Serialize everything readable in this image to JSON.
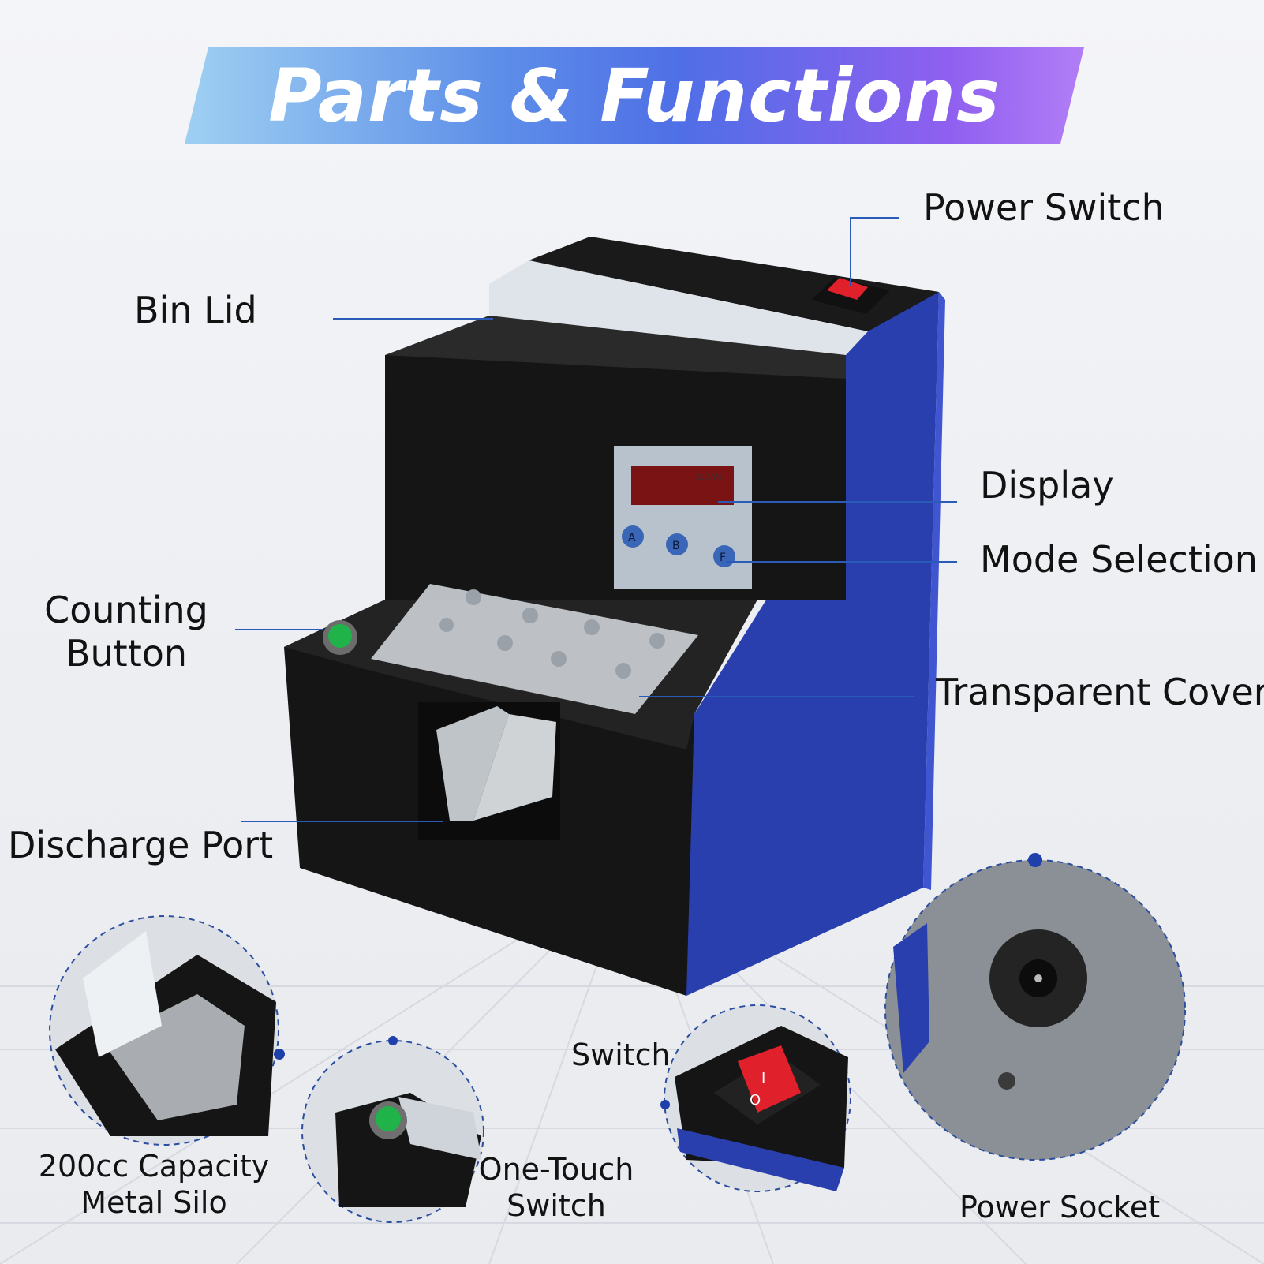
{
  "banner": {
    "title": "Parts & Functions"
  },
  "callouts": {
    "power_switch": "Power Switch",
    "bin_lid": "Bin Lid",
    "display": "Display",
    "mode_selection": "Mode Selection",
    "counting_button": [
      "Counting",
      "Button"
    ],
    "transparent_cover": "Transparent Cover",
    "discharge_port": "Discharge Port"
  },
  "device": {
    "model_label": "KLD-V5",
    "buttons": [
      "A",
      "B",
      "F"
    ],
    "rocker_marks": [
      "I",
      "O"
    ]
  },
  "details": {
    "silo": [
      "200cc Capacity",
      "Metal Silo"
    ],
    "one_touch": [
      "One-Touch",
      "Switch"
    ],
    "switch": "Switch",
    "power_socket": "Power Socket"
  },
  "colors": {
    "machine_blue": "#2a3fae",
    "machine_black": "#151515",
    "callout_line": "#2b5bb8",
    "button_green": "#1fb34a",
    "rocker_red": "#e0202a"
  }
}
